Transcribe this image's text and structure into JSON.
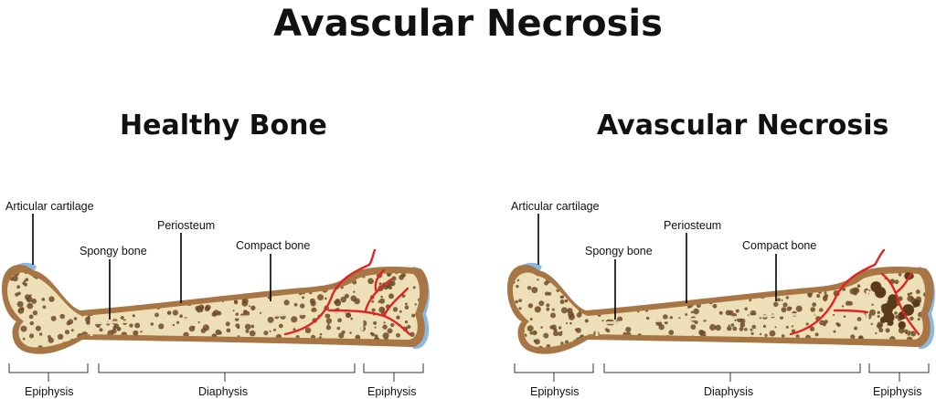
{
  "title": "Avascular Necrosis",
  "panels": [
    {
      "heading": "Healthy Bone",
      "labels": {
        "articular_cartilage": "Articular cartilage",
        "periosteum": "Periosteum",
        "spongy_bone": "Spongy bone",
        "compact_bone": "Compact bone",
        "epiphysis_left": "Epiphysis",
        "diaphysis": "Diaphysis",
        "epiphysis_right": "Epiphysis"
      }
    },
    {
      "heading": "Avascular Necrosis",
      "labels": {
        "articular_cartilage": "Articular cartilage",
        "periosteum": "Periosteum",
        "spongy_bone": "Spongy bone",
        "compact_bone": "Compact bone",
        "epiphysis_left": "Epiphysis",
        "diaphysis": "Diaphysis",
        "epiphysis_right": "Epiphysis"
      }
    }
  ],
  "colors": {
    "bone_outer": "#a87545",
    "bone_fill": "#ede0b8",
    "marrow_dots": "#6e4a28",
    "cartilage": "#8ab8e0",
    "vessel": "#e02424",
    "necrotic_area": "#5a3a1c"
  }
}
